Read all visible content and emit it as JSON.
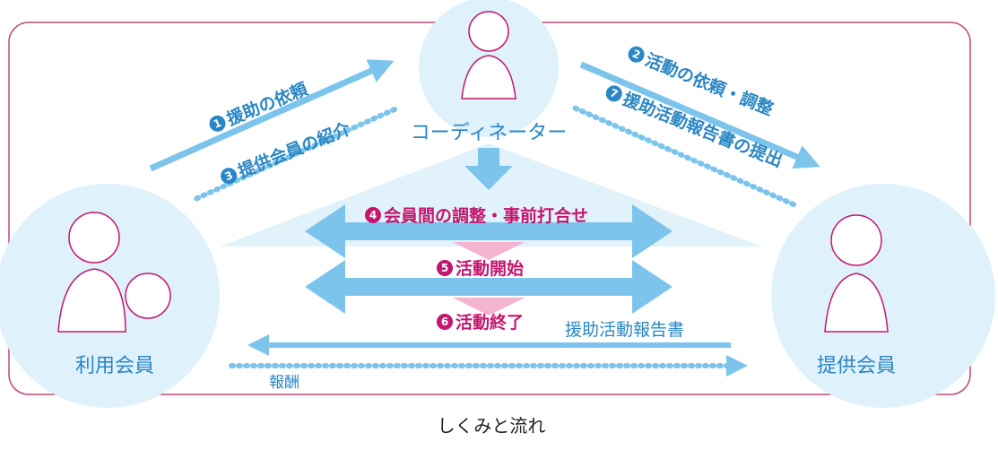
{
  "nodes": {
    "coordinator": "コーディネーター",
    "user_member": "利用会員",
    "provider_member": "提供会員"
  },
  "steps": [
    {
      "num": "1",
      "label": "援助の依頼"
    },
    {
      "num": "2",
      "label": "活動の依頼・調整"
    },
    {
      "num": "3",
      "label": "提供会員の紹介"
    },
    {
      "num": "4",
      "label": "会員間の調整・事前打合せ"
    },
    {
      "num": "5",
      "label": "活動開始"
    },
    {
      "num": "6",
      "label": "活動終了"
    },
    {
      "num": "7",
      "label": "援助活動報告書の提出"
    }
  ],
  "report_label": "援助活動報告書",
  "payment_label": "報酬",
  "caption": "しくみと流れ",
  "colors": {
    "blue": "#7cc4ec",
    "pink": "#c4166e",
    "circle": "#dff1fb",
    "frame": "#c0487e"
  }
}
